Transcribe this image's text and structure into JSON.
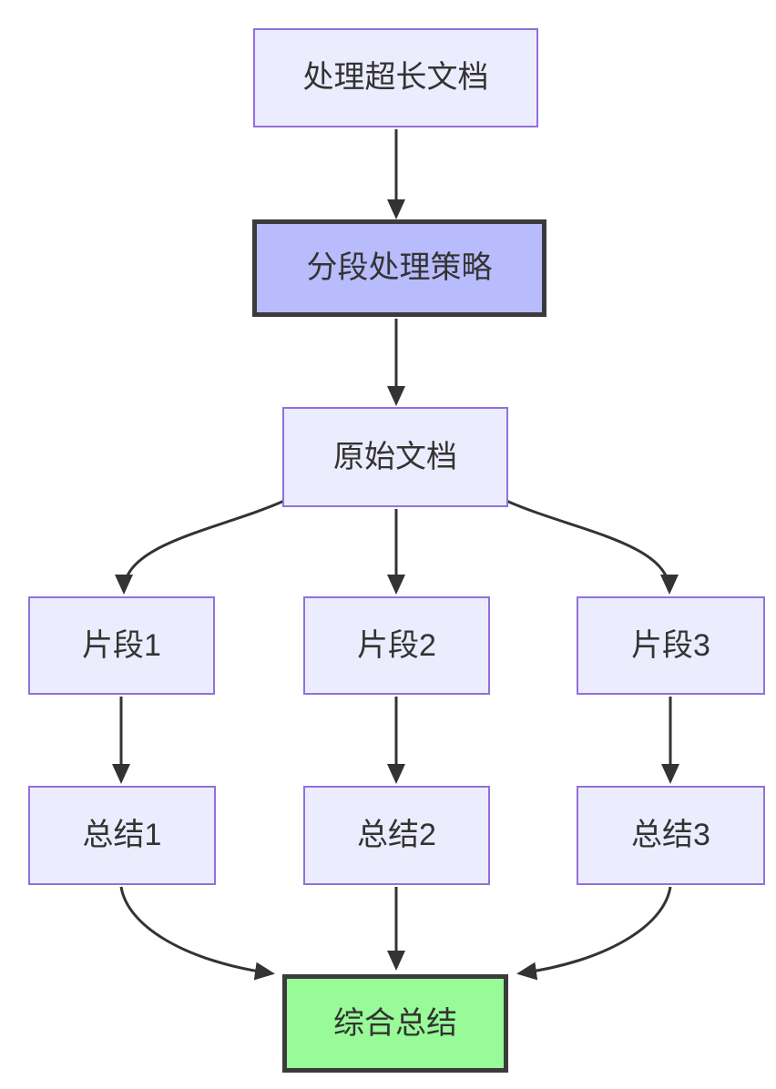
{
  "diagram": {
    "type": "flowchart",
    "direction": "top-down",
    "nodes": [
      {
        "id": "start",
        "label": "处理超长文档",
        "style": "default"
      },
      {
        "id": "strategy",
        "label": "分段处理策略",
        "style": "emphasis"
      },
      {
        "id": "doc",
        "label": "原始文档",
        "style": "default"
      },
      {
        "id": "seg1",
        "label": "片段1",
        "style": "default"
      },
      {
        "id": "seg2",
        "label": "片段2",
        "style": "default"
      },
      {
        "id": "seg3",
        "label": "片段3",
        "style": "default"
      },
      {
        "id": "sum1",
        "label": "总结1",
        "style": "default"
      },
      {
        "id": "sum2",
        "label": "总结2",
        "style": "default"
      },
      {
        "id": "sum3",
        "label": "总结3",
        "style": "default"
      },
      {
        "id": "final",
        "label": "综合总结",
        "style": "result"
      }
    ],
    "edges": [
      {
        "from": "处理超长文档",
        "to": "分段处理策略"
      },
      {
        "from": "分段处理策略",
        "to": "原始文档"
      },
      {
        "from": "原始文档",
        "to": "片段1"
      },
      {
        "from": "原始文档",
        "to": "片段2"
      },
      {
        "from": "原始文档",
        "to": "片段3"
      },
      {
        "from": "片段1",
        "to": "总结1"
      },
      {
        "from": "片段2",
        "to": "总结2"
      },
      {
        "from": "片段3",
        "to": "总结3"
      },
      {
        "from": "总结1",
        "to": "综合总结"
      },
      {
        "from": "总结2",
        "to": "综合总结"
      },
      {
        "from": "总结3",
        "to": "综合总结"
      }
    ],
    "colors": {
      "node_fill": "#ECECFF",
      "node_border": "#9370DB",
      "emphasis_fill": "#b8bcfc",
      "result_fill": "#98fb98",
      "strong_border": "#3b3b3b",
      "edge": "#333333",
      "text": "#333333"
    }
  }
}
